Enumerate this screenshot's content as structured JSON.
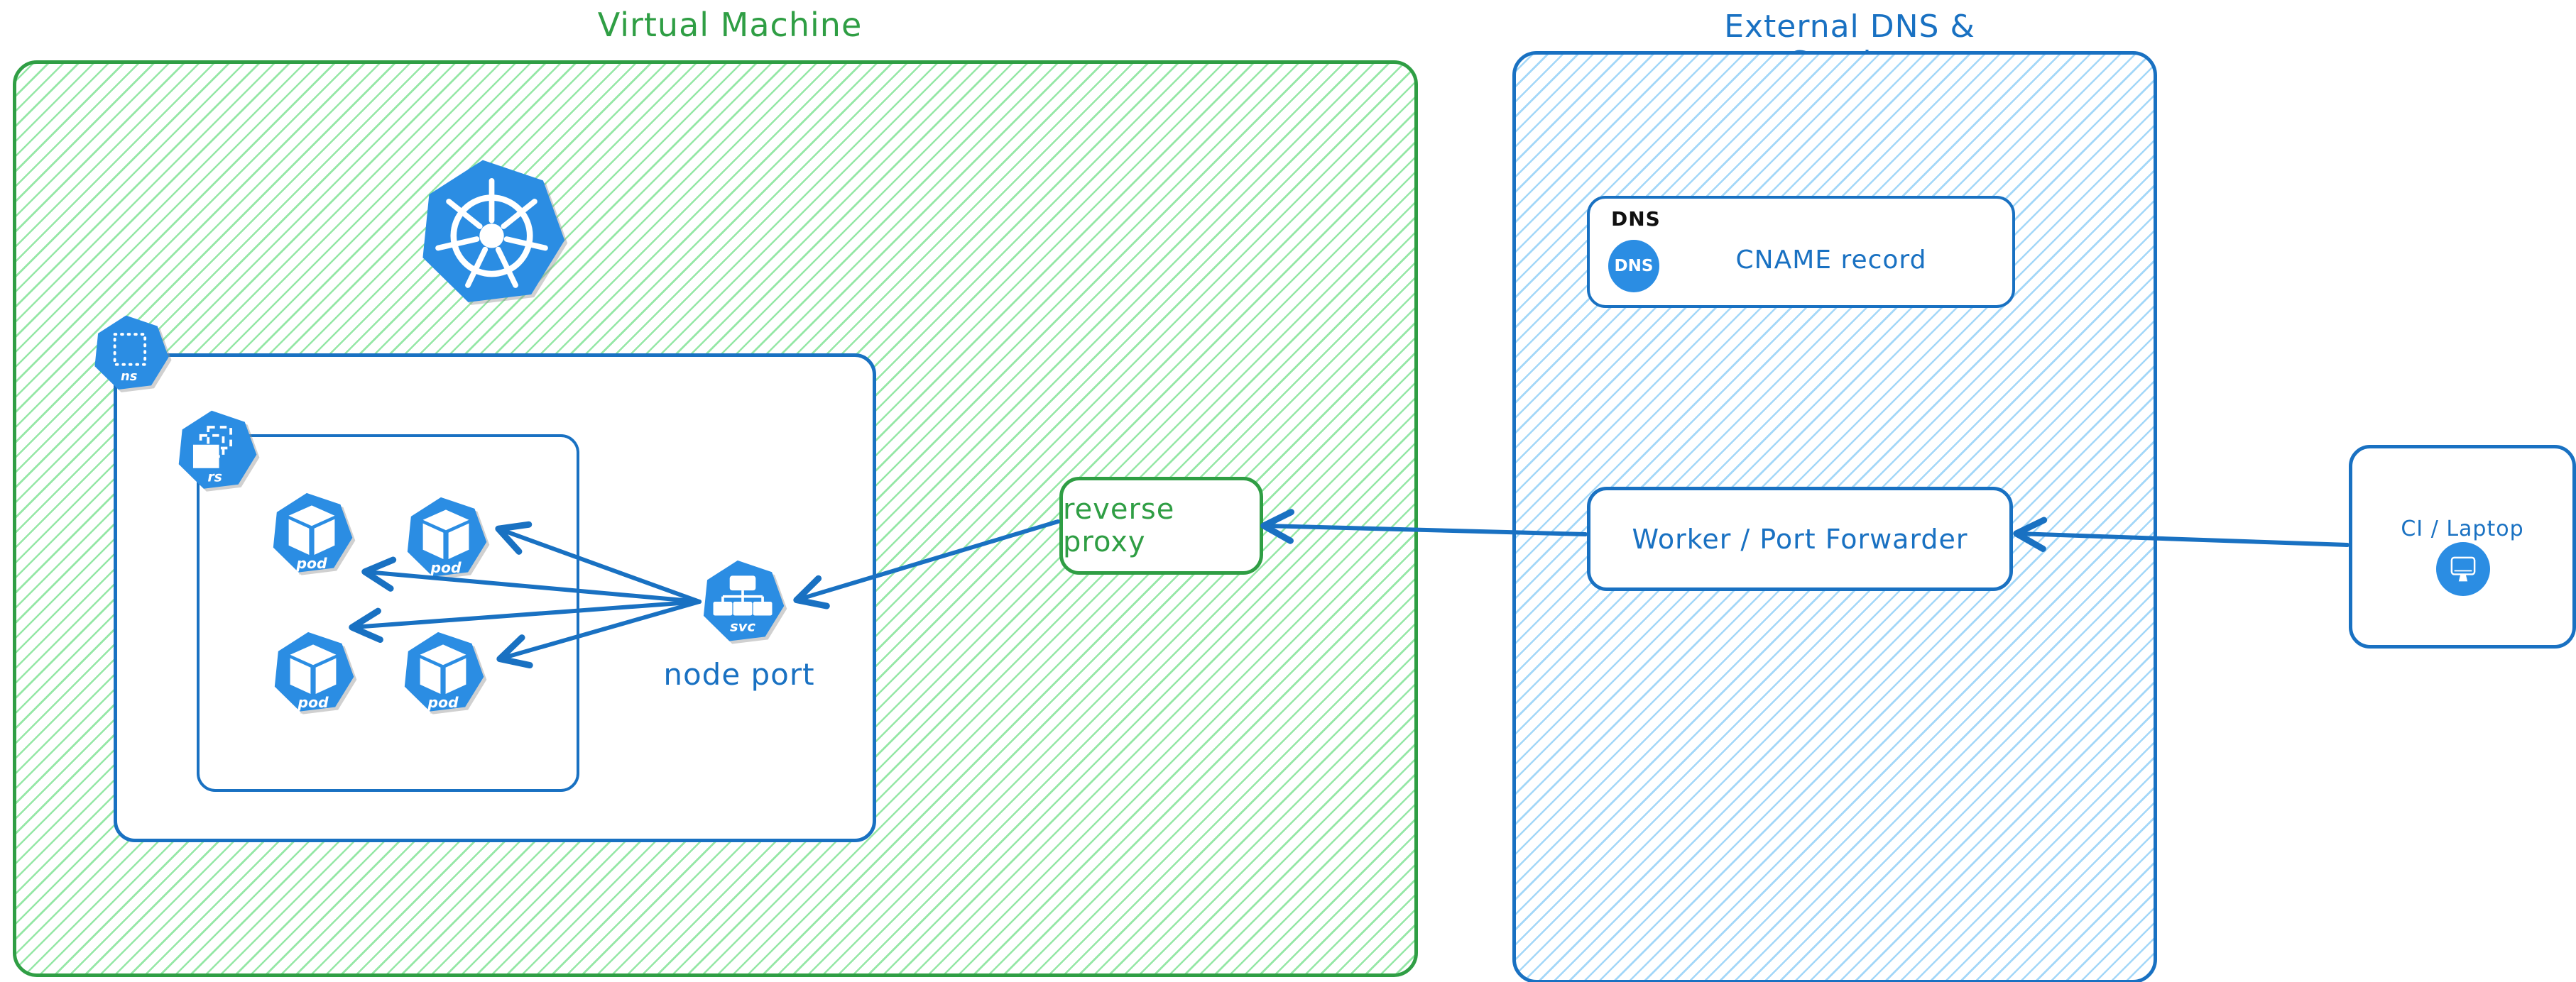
{
  "colors": {
    "green_stroke": "#2f9e44",
    "green_hatch": "#95e7a6",
    "blue_stroke": "#1971c2",
    "blue_hatch": "#a3d7f8",
    "icon_blue": "#2b8de3",
    "text_black": "#111111"
  },
  "vm": {
    "title": "Virtual Machine",
    "namespace_icon_label": "ns",
    "replicaset_icon_label": "rs",
    "pods": [
      {
        "label": "pod"
      },
      {
        "label": "pod"
      },
      {
        "label": "pod"
      },
      {
        "label": "pod"
      }
    ],
    "service_icon_label": "svc",
    "service_caption": "node port",
    "reverse_proxy_label": "reverse proxy"
  },
  "external": {
    "title": "External DNS & Service",
    "dns_card": {
      "header": "DNS",
      "badge": "DNS",
      "record": "CNAME record"
    },
    "worker_label": "Worker / Port Forwarder"
  },
  "ci": {
    "label": "CI / Laptop"
  },
  "edges": [
    {
      "from": "service-node-port",
      "to": "pod-1"
    },
    {
      "from": "service-node-port",
      "to": "pod-2"
    },
    {
      "from": "service-node-port",
      "to": "pod-3"
    },
    {
      "from": "service-node-port",
      "to": "pod-4"
    },
    {
      "from": "reverse-proxy",
      "to": "service-node-port"
    },
    {
      "from": "worker-port-forwarder",
      "to": "reverse-proxy"
    },
    {
      "from": "ci-laptop",
      "to": "worker-port-forwarder"
    }
  ]
}
